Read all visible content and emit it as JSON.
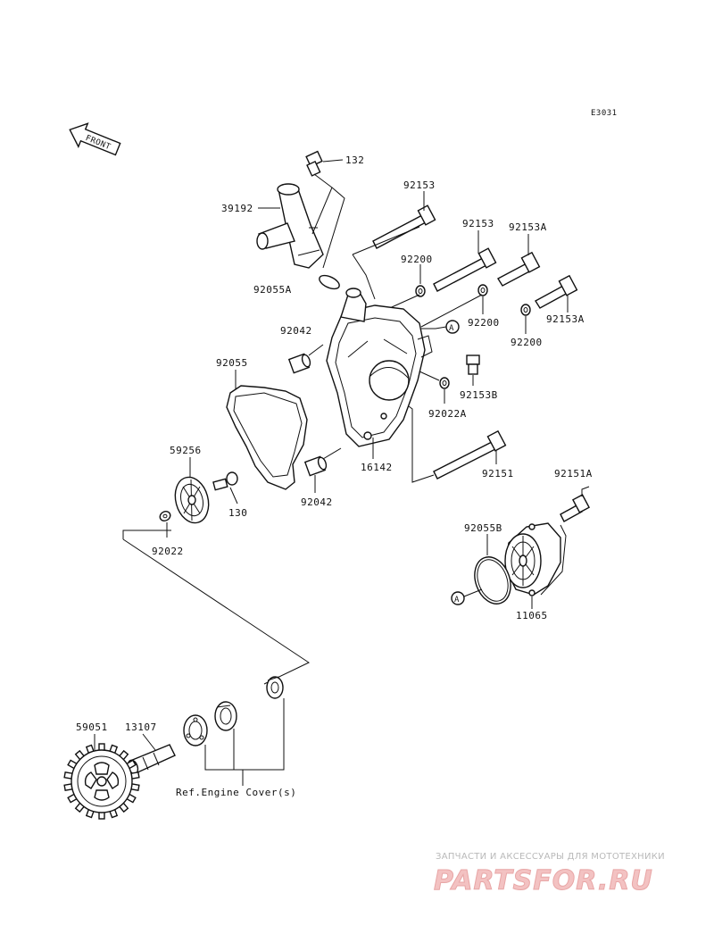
{
  "diagram_code": "E3031",
  "front_label": "FRONT",
  "parts": {
    "p132": "132",
    "p39192": "39192",
    "p92153_1": "92153",
    "p92153_2": "92153",
    "p92153A_1": "92153A",
    "p92200_1": "92200",
    "p92055A": "92055A",
    "p92200_2": "92200",
    "p92153A_2": "92153A",
    "p92200_3": "92200",
    "p92042_1": "92042",
    "p92055": "92055",
    "p92153B": "92153B",
    "p92022A": "92022A",
    "p59256": "59256",
    "p16142": "16142",
    "p92151": "92151",
    "p92151A": "92151A",
    "p130": "130",
    "p92042_2": "92042",
    "p92022": "92022",
    "p92055B": "92055B",
    "p11065": "11065",
    "p59051": "59051",
    "p13107": "13107"
  },
  "ref_marker": "A",
  "ref_engine_cover": "Ref.Engine Cover(s)",
  "watermark": {
    "tagline": "ЗАПЧАСТИ И АКСЕССУАРЫ ДЛЯ МОТОТЕХНИКИ",
    "brand": "PARTSFOR.RU"
  }
}
